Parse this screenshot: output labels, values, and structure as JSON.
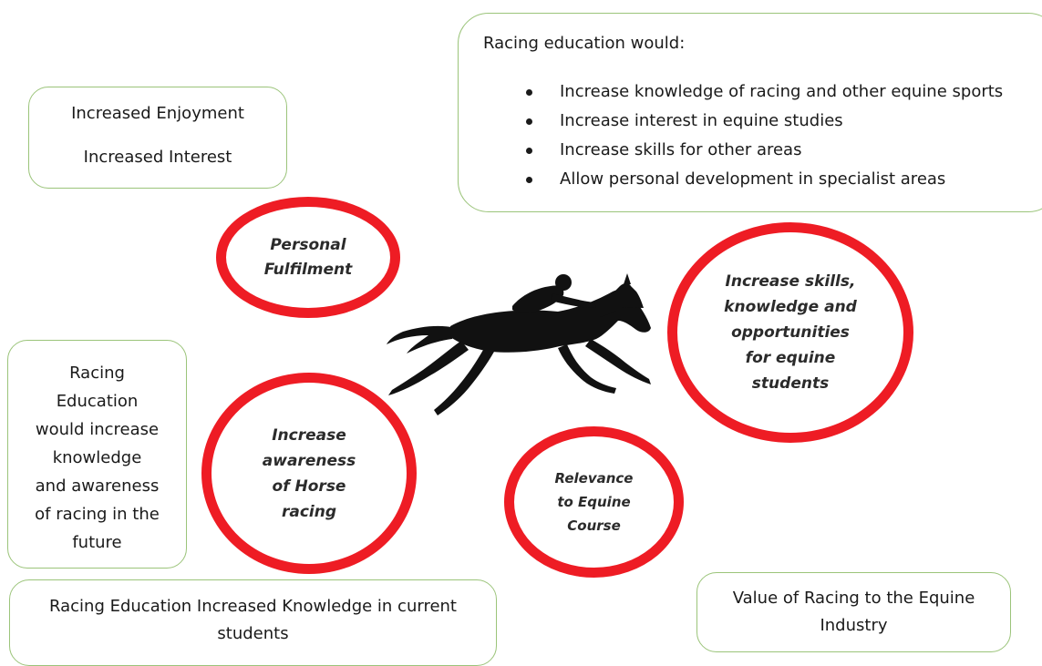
{
  "top_right_box": {
    "heading": "Racing education would:",
    "bullets": [
      "Increase knowledge of racing and other equine sports",
      "Increase interest in equine studies",
      "Increase skills for other areas",
      "Allow personal development in specialist areas"
    ]
  },
  "top_left_box": {
    "line1": "Increased Enjoyment",
    "line2": "Increased Interest"
  },
  "left_box": {
    "lines": [
      "Racing",
      "Education",
      "would increase",
      "knowledge",
      "and awareness",
      "of racing in the",
      "future"
    ]
  },
  "bottom_left_box": {
    "text": "Racing Education Increased Knowledge in current students"
  },
  "bottom_right_box": {
    "text": "Value of Racing to the Equine Industry"
  },
  "rings": {
    "personal": {
      "lines": [
        "Personal",
        "Fulfilment"
      ]
    },
    "skills": {
      "lines": [
        "Increase skills,",
        "knowledge and",
        "opportunities",
        "for equine",
        "students"
      ]
    },
    "awareness": {
      "lines": [
        "Increase",
        "awareness",
        "of Horse",
        "racing"
      ]
    },
    "relevance": {
      "lines": [
        "Relevance",
        "to Equine",
        "Course"
      ]
    }
  },
  "center_image": {
    "icon": "racehorse-jockey-silhouette"
  },
  "colors": {
    "ring": "#ee1c24",
    "box_border": "#9bc47a"
  }
}
